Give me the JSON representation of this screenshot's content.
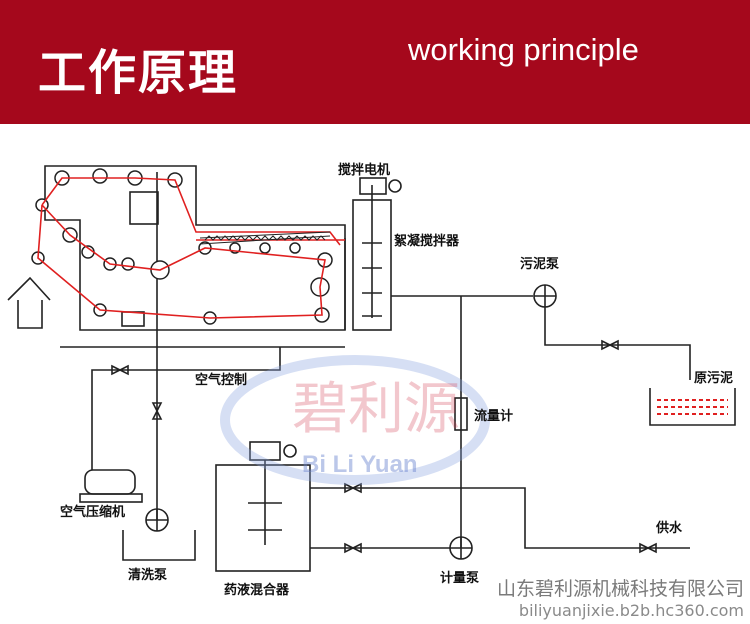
{
  "banner": {
    "title_zh": "工作原理",
    "title_en": "working principle"
  },
  "labels": {
    "stirrer_motor": "搅拌电机",
    "coag_mixer": "絮凝搅拌器",
    "sludge_pump": "污泥泵",
    "raw_sludge": "原污泥",
    "air_control": "空气控制",
    "flowmeter": "流量计",
    "air_compressor": "空气压缩机",
    "wash_pump": "清洗泵",
    "chem_mixer": "药液混合器",
    "metering_pump": "计量泵",
    "water_supply": "供水"
  },
  "watermark": {
    "zh": "碧利源",
    "en": "Bi Li Yuan"
  },
  "footer": {
    "company": "山东碧利源机械科技有限公司",
    "url": "biliyuanjixie.b2b.hc360.com"
  },
  "colors": {
    "banner": "#a5081c",
    "belt": "#e02020",
    "line": "#222222"
  }
}
